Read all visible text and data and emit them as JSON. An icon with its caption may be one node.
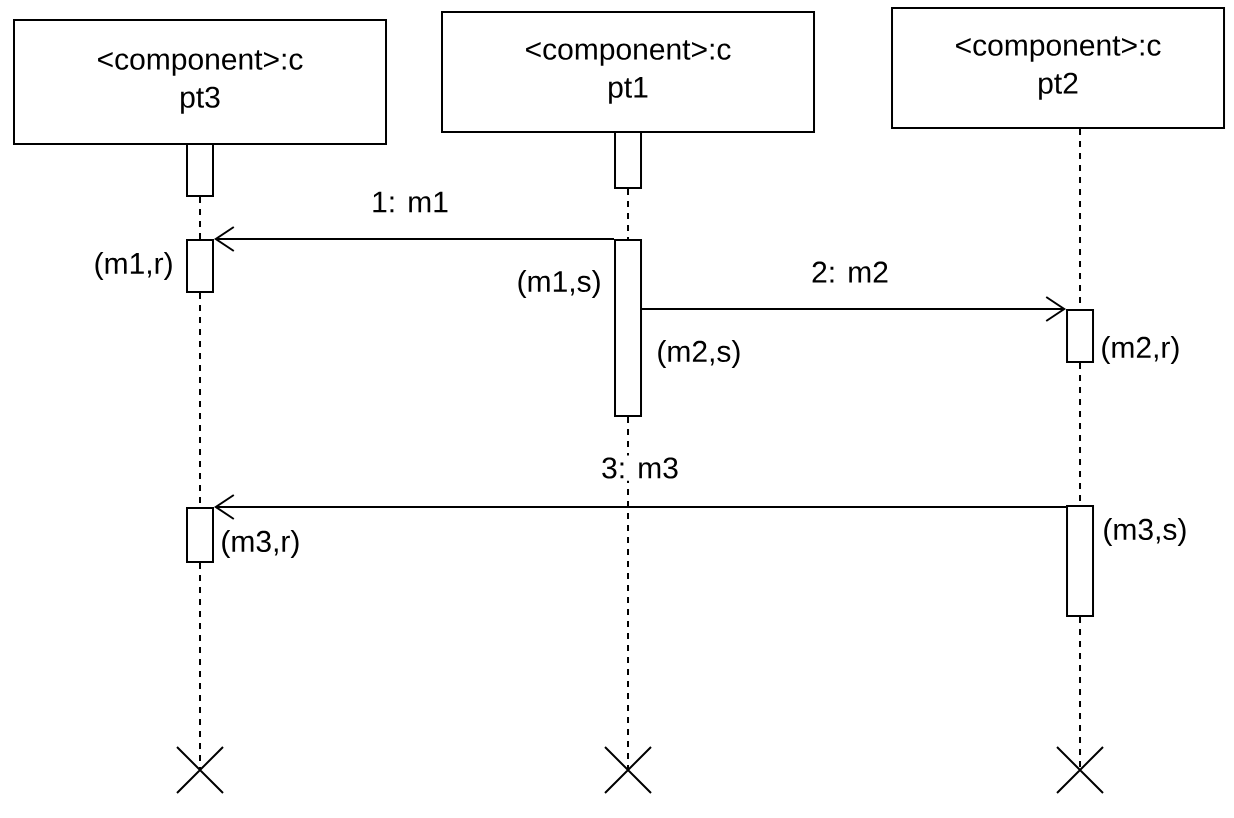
{
  "diagram": {
    "nodes": [
      {
        "text": [
          "<component>:c pt3"
        ]
      },
      {
        "text": [
          "<component>:c pt1"
        ]
      },
      {
        "text": [
          "<component>:c pt2"
        ]
      },
      {
        "text": [],
        "shape": "bar"
      },
      {
        "text": [],
        "shape": "bar"
      },
      {
        "text": [],
        "shape": "bar",
        "beside": [
          "(m1,r)"
        ]
      },
      {
        "text": [],
        "shape": "bar",
        "beside": [
          "(m1,s)",
          "(m2,s)"
        ]
      },
      {
        "text": [],
        "shape": "bar",
        "beside": [
          "(m2,r)"
        ]
      },
      {
        "text": [],
        "shape": "bar",
        "beside": [
          "(m3,r)"
        ]
      },
      {
        "text": [],
        "shape": "bar",
        "beside": [
          "(m3,s)"
        ]
      },
      {
        "text": [],
        "shape": "cross"
      },
      {
        "text": [],
        "shape": "cross"
      },
      {
        "text": [],
        "shape": "cross"
      }
    ],
    "edges": [
      {
        "from": 6,
        "to": 5,
        "arrow": "to",
        "label": "1: m1"
      },
      {
        "from": 6,
        "to": 7,
        "arrow": "to",
        "label": "2: m2"
      },
      {
        "from": 9,
        "to": 8,
        "arrow": "to",
        "label": "3: m3"
      },
      {
        "from": 3,
        "to": 5,
        "arrow": "none",
        "style": "dashed"
      },
      {
        "from": 5,
        "to": 8,
        "arrow": "none",
        "style": "dashed"
      },
      {
        "from": 8,
        "to": 10,
        "arrow": "none",
        "style": "dashed"
      },
      {
        "from": 4,
        "to": 6,
        "arrow": "none",
        "style": "dashed"
      },
      {
        "from": 6,
        "to": 11,
        "arrow": "none",
        "style": "dashed"
      },
      {
        "from": 2,
        "to": 7,
        "arrow": "none",
        "style": "dashed"
      },
      {
        "from": 7,
        "to": 9,
        "arrow": "none",
        "style": "dashed"
      },
      {
        "from": 9,
        "to": 12,
        "arrow": "none",
        "style": "dashed"
      }
    ]
  }
}
